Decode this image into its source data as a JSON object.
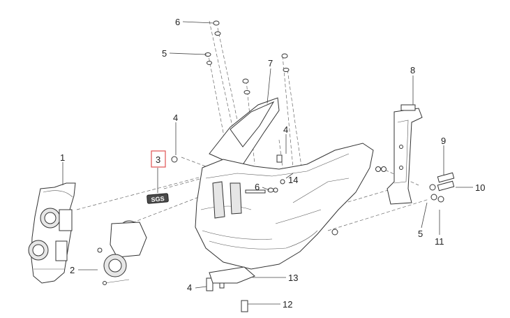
{
  "colors": {
    "line": "#333333",
    "highlight_box": "#e05252",
    "badge": "#4a4a4a"
  },
  "callouts": [
    {
      "id": "c1",
      "label": "1"
    },
    {
      "id": "c2",
      "label": "2"
    },
    {
      "id": "c3",
      "label": "3",
      "highlighted": true
    },
    {
      "id": "c4a",
      "label": "4"
    },
    {
      "id": "c4b",
      "label": "4"
    },
    {
      "id": "c4c",
      "label": "4"
    },
    {
      "id": "c5a",
      "label": "5"
    },
    {
      "id": "c5b",
      "label": "5"
    },
    {
      "id": "c6a",
      "label": "6"
    },
    {
      "id": "c6b",
      "label": "6"
    },
    {
      "id": "c7",
      "label": "7"
    },
    {
      "id": "c8",
      "label": "8"
    },
    {
      "id": "c9",
      "label": "9"
    },
    {
      "id": "c10",
      "label": "10"
    },
    {
      "id": "c11",
      "label": "11"
    },
    {
      "id": "c12",
      "label": "12"
    },
    {
      "id": "c13",
      "label": "13"
    },
    {
      "id": "c14",
      "label": "14"
    }
  ],
  "badge_text": "SGS"
}
